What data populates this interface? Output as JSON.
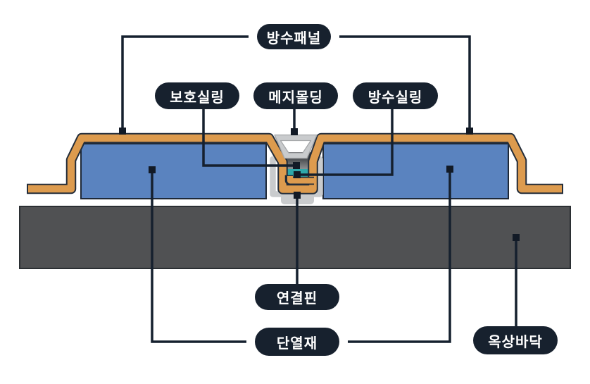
{
  "diagram": {
    "labels": {
      "waterproof_panel": "방수패널",
      "protective_sealing": "보호실링",
      "joint_molding": "메지몰딩",
      "waterproof_sealing": "방수실링",
      "connection_pin": "연결핀",
      "insulation": "단열재",
      "rooftop_floor": "옥상바닥"
    },
    "colors": {
      "background": "#ffffff",
      "label_pill_bg": "#17212e",
      "label_text": "#ffffff",
      "connector_line": "#15202e",
      "marker_square": "#121a26",
      "panel_orange": "#dd9b4e",
      "panel_outline_navy": "#232d3a",
      "insulation_blue": "#5a83bf",
      "insulation_border": "#1f2937",
      "floor_slab_gray": "#505153",
      "floor_slab_border": "#2b2f33",
      "molding_gray": "#c9cbcd",
      "molding_edge": "#a6a8aa",
      "sealing_teal": "#2fa8aa",
      "protective_sealing_dark": "#37393c",
      "protective_sealing_light": "#97999b"
    }
  }
}
